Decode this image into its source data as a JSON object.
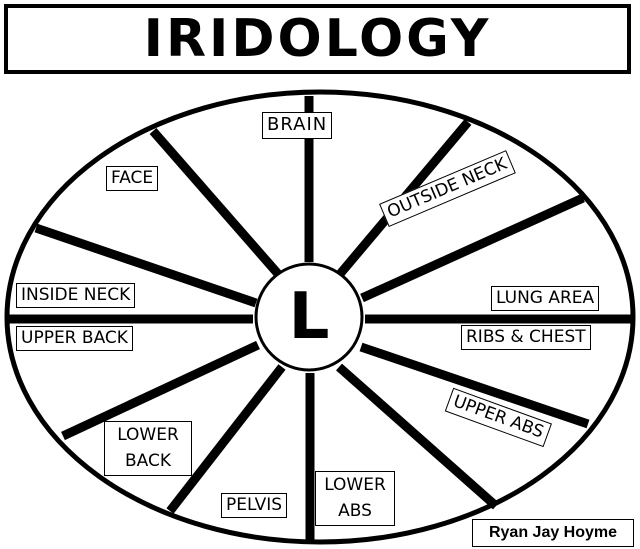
{
  "title": "IRIDOLOGY",
  "center_letter": "L",
  "labels": {
    "brain": "BRAIN",
    "face": "FACE",
    "outside_neck": "OUTSIDE NECK",
    "inside_neck": "INSIDE NECK",
    "lung_area": "LUNG AREA",
    "upper_back": "UPPER BACK",
    "ribs_chest": "RIBS & CHEST",
    "upper_abs": "UPPER ABS",
    "lower_back_1": "LOWER",
    "lower_back_2": "BACK",
    "lower_abs_1": "LOWER",
    "lower_abs_2": "ABS",
    "pelvis": "PELVIS"
  },
  "credit": "Ryan Jay Hoyme",
  "colors": {
    "line": "#000000",
    "background": "#ffffff"
  }
}
